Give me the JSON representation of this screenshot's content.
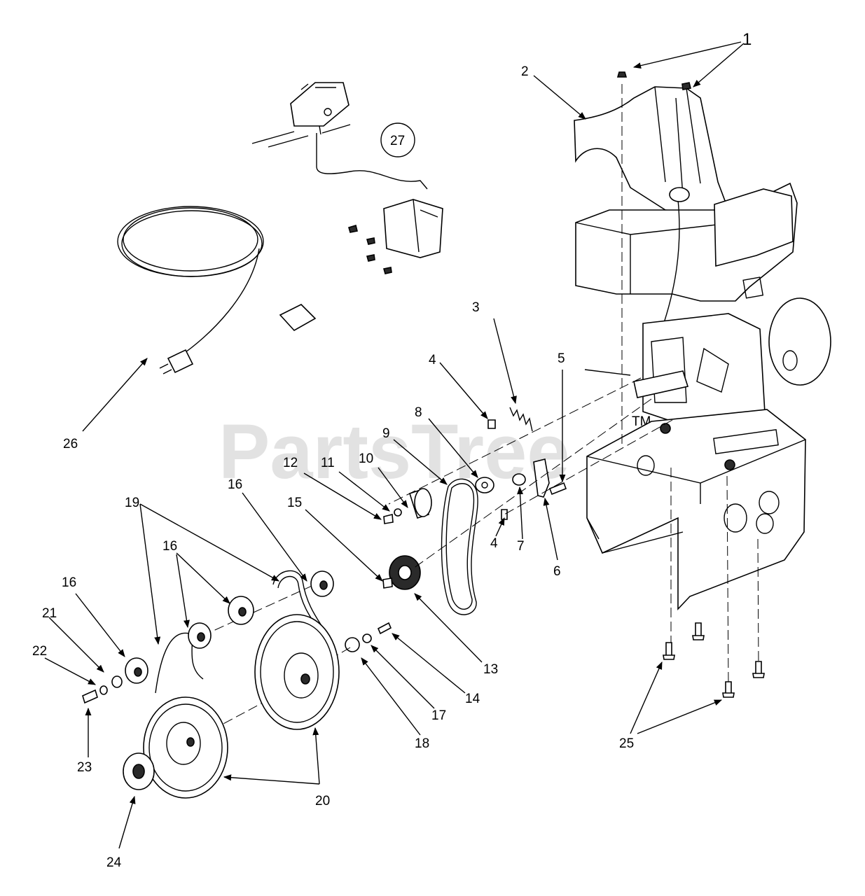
{
  "watermark": {
    "text": "PartsTree",
    "trademark": "TM"
  },
  "callouts": [
    "1",
    "2",
    "3",
    "4",
    "5",
    "8",
    "9",
    "10",
    "11",
    "12",
    "16",
    "15",
    "19",
    "16",
    "16",
    "21",
    "22",
    "4",
    "7",
    "6",
    "13",
    "14",
    "17",
    "18",
    "23",
    "20",
    "24",
    "25",
    "26",
    "27"
  ]
}
